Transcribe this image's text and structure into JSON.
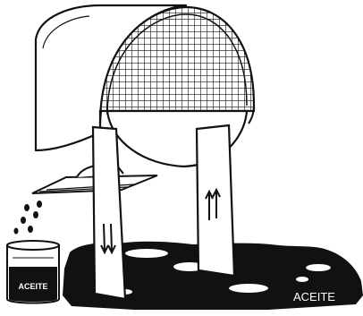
{
  "labels": {
    "beaker_label": "ACEITE",
    "spill_label": "ACEITE"
  },
  "arrows": {
    "left_panel": "down",
    "right_panel": "up"
  },
  "colors": {
    "ink": "#111111",
    "paper": "#ffffff"
  },
  "icons": [
    "beaker-icon",
    "oil-drop-icon",
    "arrow-down-icon",
    "arrow-up-icon",
    "mesh-drum-icon"
  ]
}
